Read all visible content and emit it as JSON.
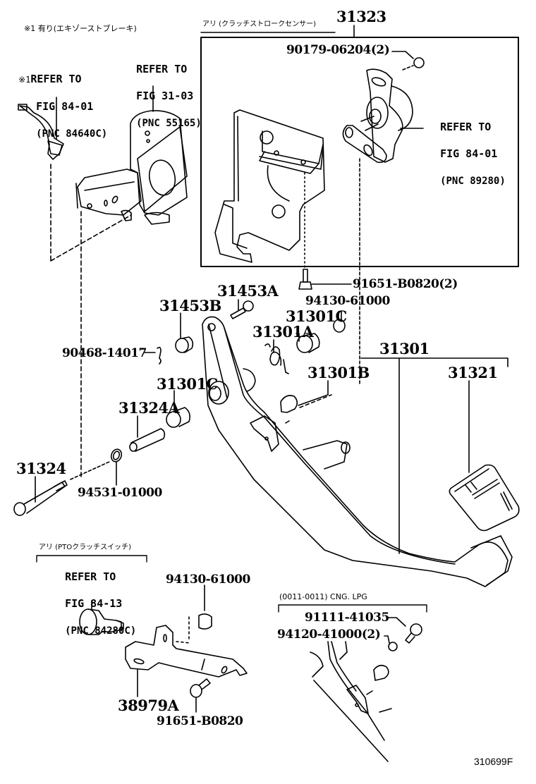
{
  "figure": {
    "id": "310699F",
    "colors": {
      "ink": "#000000",
      "paper": "#ffffff"
    }
  },
  "notes": {
    "exhaust_brake": "※1 有り(エキゾーストブレーキ)",
    "stroke_sensor": "アリ (クラッチストロークセンサー)",
    "pto_switch": "アリ (PTOクラッチスイッチ)",
    "cng_lpg": "(0011-0011) CNG. LPG"
  },
  "references": [
    {
      "prefix": "※1",
      "line1": "REFER TO",
      "line2": "FIG 84-01",
      "line3": "(PNC 84640C)"
    },
    {
      "prefix": "",
      "line1": "REFER TO",
      "line2": "FIG 31-03",
      "line3": "(PNC 55165)"
    },
    {
      "prefix": "",
      "line1": "REFER TO",
      "line2": "FIG 84-01",
      "line3": "(PNC 89280)"
    },
    {
      "prefix": "",
      "line1": "REFER TO",
      "line2": "FIG 84-13",
      "line3": "(PNC 84280C)"
    }
  ],
  "parts": {
    "p31323": "31323",
    "p90179": "90179-06204(2)",
    "p91651a": "91651-B0820(2)",
    "p94130a": "94130-61000",
    "p31453A": "31453A",
    "p31453B": "31453B",
    "p31301Ca": "31301C",
    "p31301A": "31301A",
    "p90468": "90468-14017",
    "p31301": "31301",
    "p31321": "31321",
    "p31301B": "31301B",
    "p31301Cb": "31301C",
    "p31324A": "31324A",
    "p31324": "31324",
    "p94531": "94531-01000",
    "p94130b": "94130-61000",
    "p38979A": "38979A",
    "p91651b": "91651-B0820",
    "p91111": "91111-41035",
    "p94120": "94120-41000(2)"
  }
}
